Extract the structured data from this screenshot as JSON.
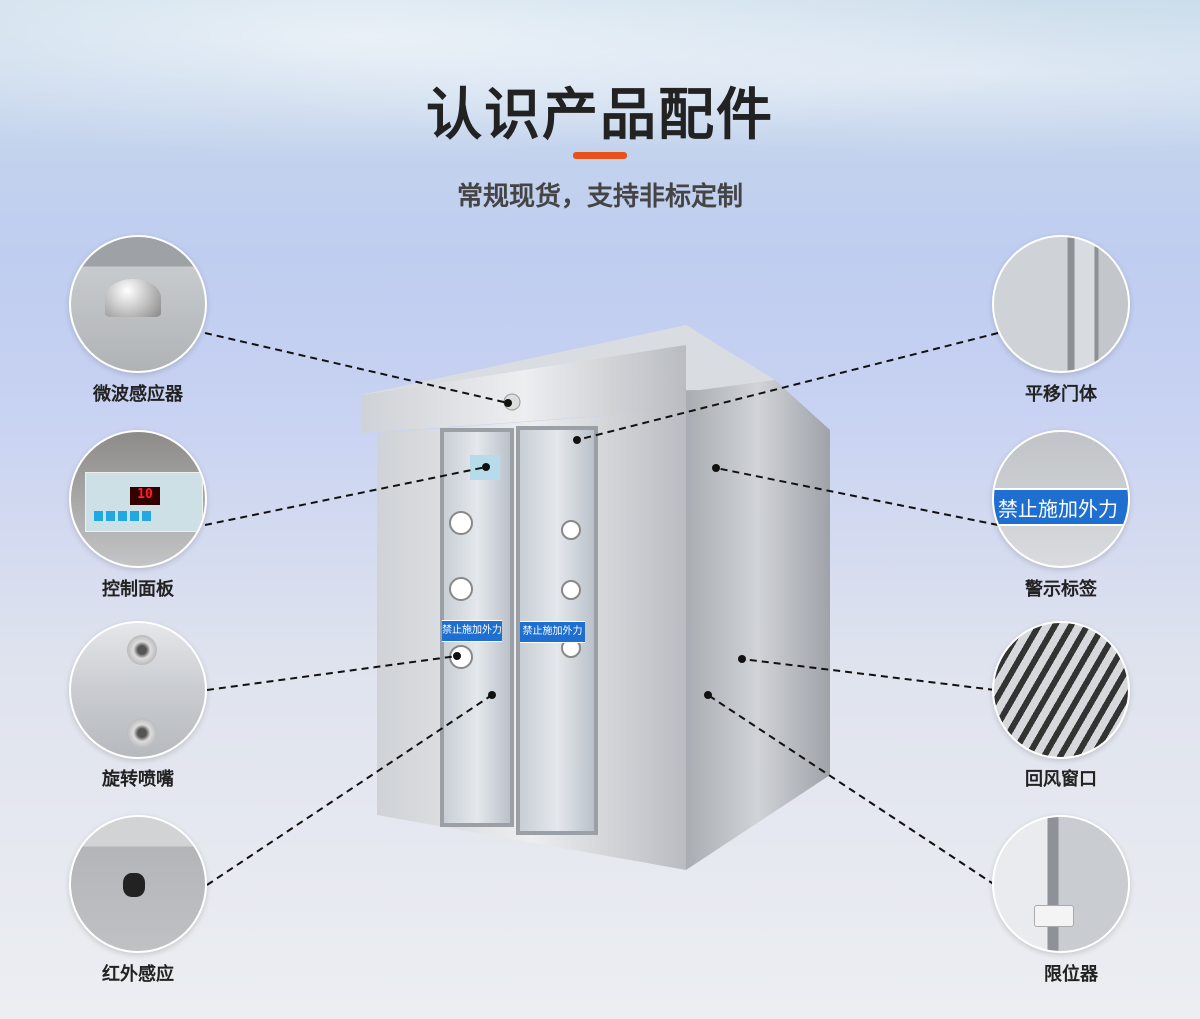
{
  "header": {
    "title": "认识产品配件",
    "subtitle": "常规现货，支持非标定制"
  },
  "accent_color": "#e8501c",
  "parts_left": [
    {
      "label": "微波感应器",
      "icon": "microwave-sensor"
    },
    {
      "label": "控制面板",
      "icon": "control-panel",
      "display": "10"
    },
    {
      "label": "旋转喷嘴",
      "icon": "rotating-nozzle"
    },
    {
      "label": "红外感应",
      "icon": "infrared-sensor"
    }
  ],
  "parts_right": [
    {
      "label": "平移门体",
      "icon": "sliding-door"
    },
    {
      "label": "警示标签",
      "icon": "warning-label",
      "sign": "禁止施加外力"
    },
    {
      "label": "回风窗口",
      "icon": "return-air-window"
    },
    {
      "label": "限位器",
      "icon": "door-stopper"
    }
  ],
  "product": {
    "door_sign": "禁止施加外力"
  }
}
